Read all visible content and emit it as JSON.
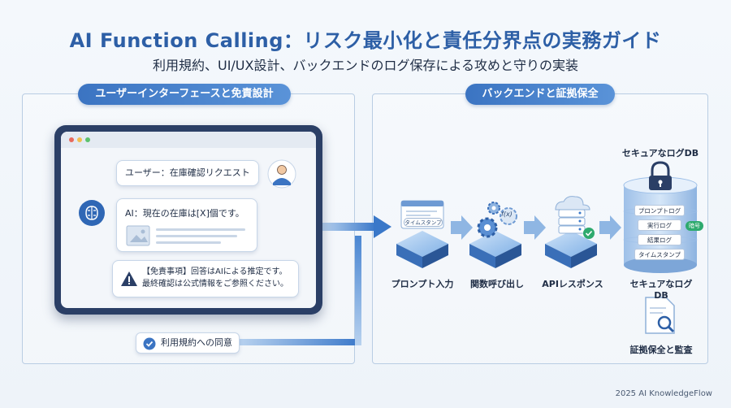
{
  "header": {
    "title": "AI Function Calling：リスク最小化と責任分界点の実務ガイド",
    "subtitle": "利用規約、UI/UX設計、バックエンドのログ保存による攻めと守りの実装"
  },
  "left_panel": {
    "label": "ユーザーインターフェースと免責設計",
    "user_message": "ユーザー：在庫確認リクエスト",
    "ai_message": "AI：現在の在庫は[X]個です。",
    "disclaimer_line1": "【免責事項】回答はAIによる推定です。",
    "disclaimer_line2": "最終確認は公式情報をご参照ください。",
    "consent": "利用規約への同意"
  },
  "right_panel": {
    "label": "バックエンドと証拠保全",
    "steps": [
      {
        "label": "プロンプト入力",
        "icon": "prompt-server-icon",
        "stamp": "タイムスタンプ"
      },
      {
        "label": "関数呼び出し",
        "icon": "function-gears-icon",
        "fx": "f(x)"
      },
      {
        "label": "APIレスポンス",
        "icon": "api-cloud-server-icon"
      },
      {
        "label": "セキュアなログDB",
        "icon": "database-icon"
      }
    ],
    "db_top_label": "セキュアなログDB",
    "db_rows": [
      "プロンプトログ",
      "実行ログ",
      "結果ログ",
      "タイムスタンプ"
    ],
    "db_badge": "暗号",
    "audit_label": "証拠保全と監査"
  },
  "footer": "2025 AI KnowledgeFlow",
  "colors": {
    "accent": "#2d5fa6",
    "label_bg": "#3b74c2",
    "tablet_frame": "#2b3f66",
    "success": "#2eaa6e",
    "arrow": "#4a86d2"
  }
}
